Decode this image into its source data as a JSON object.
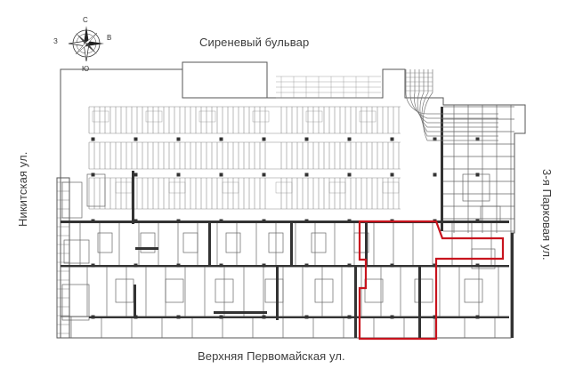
{
  "streets": {
    "north": "Сиреневый бульвар",
    "south": "Верхняя Первомайская ул.",
    "west": "Никитская ул.",
    "east": "3-я Парковая ул."
  },
  "compass": {
    "n": "С",
    "e": "В",
    "s": "Ю",
    "w": "З"
  },
  "colors": {
    "highlight": "#c8141e",
    "lines": "#555555",
    "parking": "#8a8a8a"
  }
}
